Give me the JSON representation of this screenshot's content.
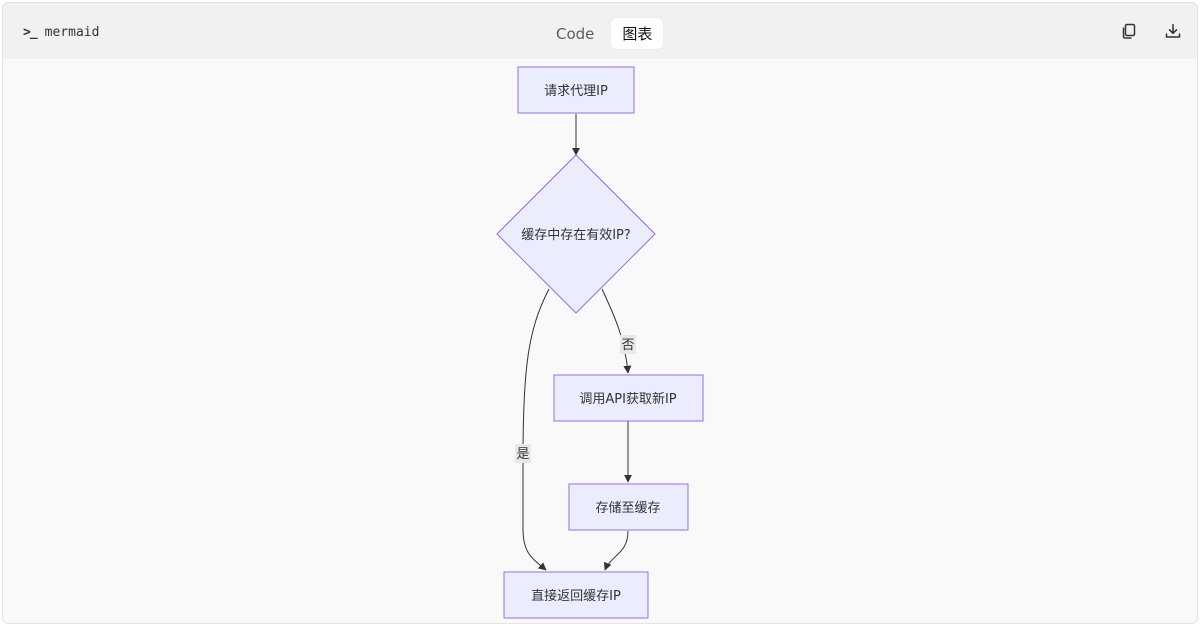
{
  "toolbar": {
    "prompt_symbol": ">_",
    "language": "mermaid",
    "tabs": [
      {
        "label": "Code",
        "active": false
      },
      {
        "label": "图表",
        "active": true
      }
    ],
    "copy_icon": "copy-icon",
    "download_icon": "download-icon"
  },
  "diagram": {
    "type": "flowchart",
    "direction": "top-down",
    "colors": {
      "node_fill": "#ececff",
      "node_stroke": "#9370db",
      "edge": "#333333",
      "edge_label_bg": "#e8e8e8"
    },
    "nodes": {
      "request": "请求代理IP",
      "decision": "缓存中存在有效IP?",
      "fetch": "调用API获取新IP",
      "store": "存储至缓存",
      "return": "直接返回缓存IP"
    },
    "edge_labels": {
      "no": "否",
      "yes": "是"
    }
  }
}
